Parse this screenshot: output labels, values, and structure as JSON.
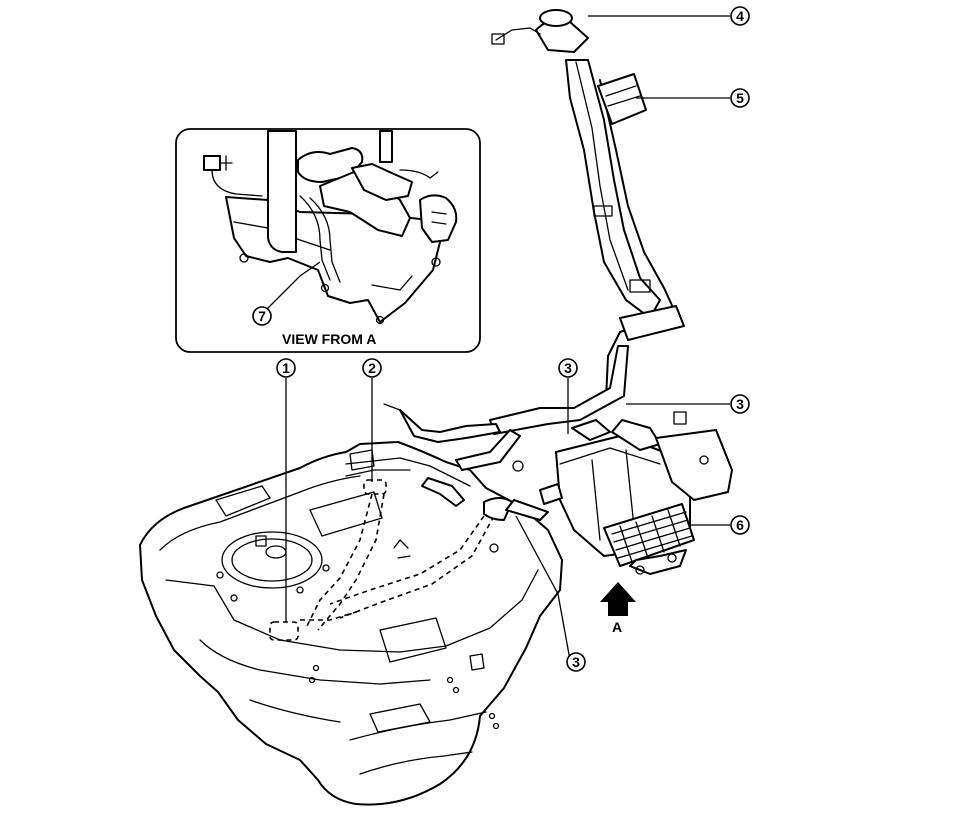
{
  "inset": {
    "caption": "VIEW FROM A"
  },
  "arrow": {
    "label": "A"
  },
  "callouts": {
    "c1": "1",
    "c2": "2",
    "c3a": "3",
    "c3b": "3",
    "c3c": "3",
    "c4": "4",
    "c5": "5",
    "c6": "6",
    "c7": "7"
  }
}
